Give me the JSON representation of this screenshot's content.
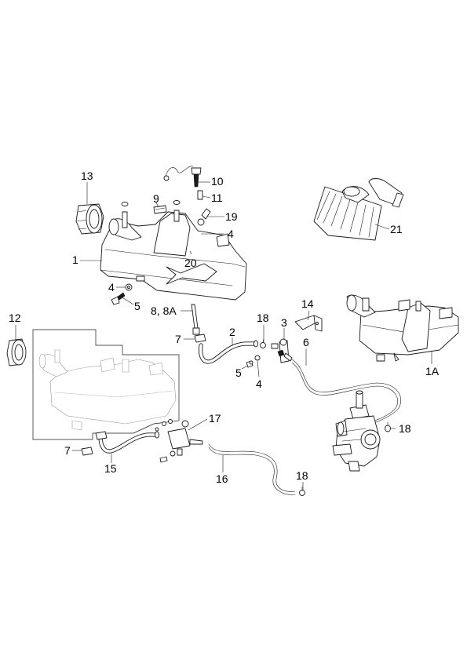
{
  "diagram": {
    "callouts": {
      "c13": "13",
      "c10": "10",
      "c9": "9",
      "c11": "11",
      "c19": "19",
      "c4a": "4",
      "c1": "1",
      "c20": "20",
      "c21": "21",
      "c4b": "4",
      "c5a": "5",
      "c8": "8, 8A",
      "c12": "12",
      "c14": "14",
      "c18a": "18",
      "c3": "3",
      "c2": "2",
      "c7a": "7",
      "c6": "6",
      "c5b": "5",
      "c4c": "4",
      "c1a": "1A",
      "c17": "17",
      "c18b": "18",
      "c7b": "7",
      "c15": "15",
      "c16": "16",
      "c18c": "18"
    }
  }
}
